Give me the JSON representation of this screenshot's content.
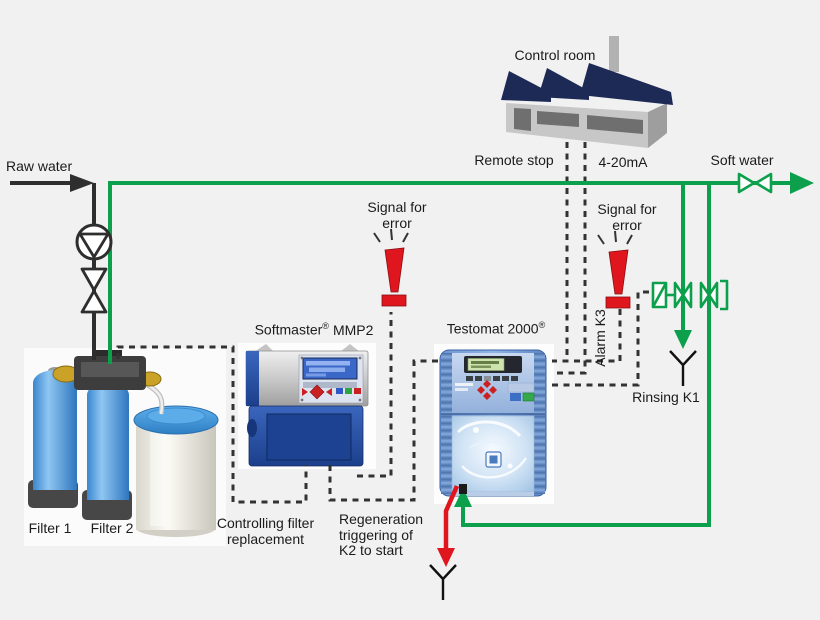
{
  "labels": {
    "raw_water": "Raw water",
    "soft_water": "Soft water",
    "control_room": "Control room",
    "remote_stop": "Remote stop",
    "current_signal": "4-20mA",
    "signal_for_error_left": "Signal for error",
    "signal_for_error_right": "Signal for error",
    "alarm_k3": "Alarm K3",
    "rinsing_k1": "Rinsing K1",
    "filter_1": "Filter 1",
    "filter_2": "Filter 2",
    "controlling_filter_replacement": "Controlling filter replacement",
    "regeneration_trigger": "Regeneration triggering of K2 to start",
    "softmaster_name": "Softmaster",
    "softmaster_model": "MMP2",
    "testomat_name": "Testomat 2000",
    "registered_mark": "®"
  },
  "colors": {
    "background": "#f1f1f1",
    "pipe_green": "#0ca04c",
    "line_black": "#2e2e2e",
    "alarm_red": "#e0161e",
    "roof_navy": "#1d2a55",
    "factory_gray": "#c7c7c7",
    "filter_blue": "#3f97e0",
    "device_blue": "#2a55a8"
  },
  "icons": {
    "factory": "control-room-factory-icon",
    "pump": "pump-icon",
    "manual_valve": "manual-valve-icon",
    "solenoid_valve": "solenoid-valve-icon",
    "outlet_valve": "soft-water-valve-icon",
    "alarm": "error-signal-icon",
    "drain": "drain-funnel-icon",
    "filters": "duplex-filter-icon",
    "brine_tank": "brine-tank-icon"
  }
}
